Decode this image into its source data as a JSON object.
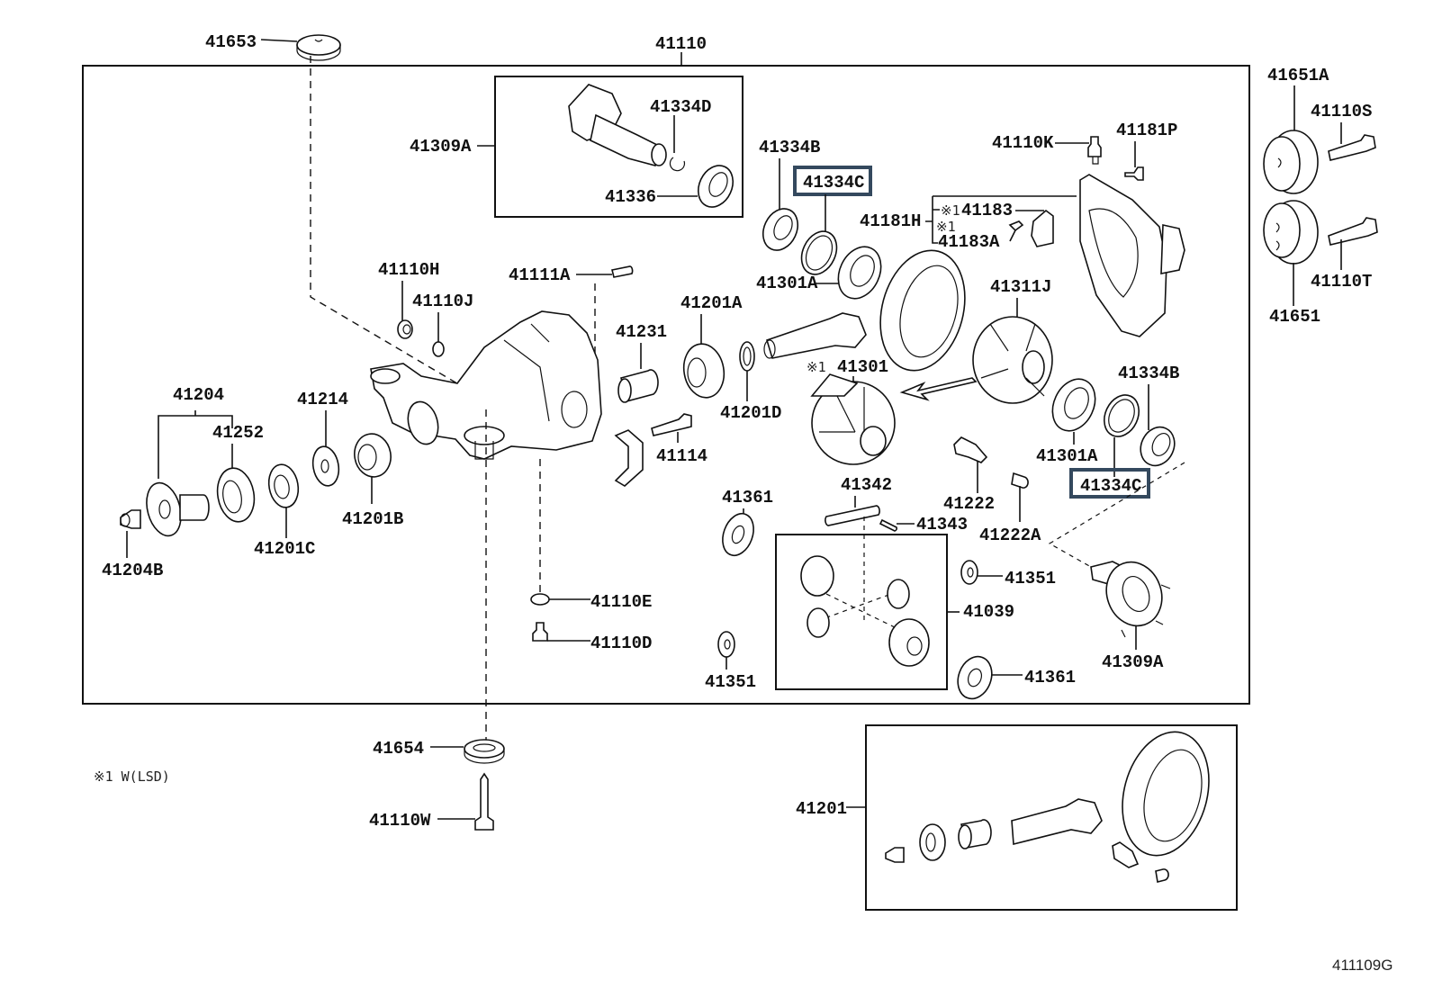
{
  "diagram": {
    "title": "Rear differential carrier assembly parts diagram",
    "highlight_color": "#34495e",
    "footnote": "※1 W(LSD)",
    "figure_code": "411109G",
    "labels": {
      "p41653": "41653",
      "p41110": "41110",
      "p41309A_top": "41309A",
      "p41334D": "41334D",
      "p41336": "41336",
      "p41334B_top": "41334B",
      "p41334C_top": "41334C",
      "p41301A_top": "41301A",
      "p41181H": "41181H",
      "p41183_mark": "※1",
      "p41183": "41183",
      "p41183A_mark": "※1",
      "p41183A": "41183A",
      "p41110K": "41110K",
      "p41181P": "41181P",
      "p41651A": "41651A",
      "p41110S": "41110S",
      "p41110T": "41110T",
      "p41651": "41651",
      "p41110H": "41110H",
      "p41110J": "41110J",
      "p41111A": "41111A",
      "p41231": "41231",
      "p41201A": "41201A",
      "p41311J": "41311J",
      "p41301_mark": "※1",
      "p41301": "41301",
      "p41204": "41204",
      "p41252": "41252",
      "p41214": "41214",
      "p41201B": "41201B",
      "p41201C": "41201C",
      "p41204B": "41204B",
      "p41201D": "41201D",
      "p41114": "41114",
      "p41301A_bot": "41301A",
      "p41334B_bot": "41334B",
      "p41334C_bot": "41334C",
      "p41222": "41222",
      "p41222A": "41222A",
      "p41361_top": "41361",
      "p41342": "41342",
      "p41343": "41343",
      "p41351_right": "41351",
      "p41039": "41039",
      "p41309A_bot": "41309A",
      "p41110E": "41110E",
      "p41110D": "41110D",
      "p41351_bot": "41351",
      "p41361_bot": "41361",
      "p41654": "41654",
      "p41110W": "41110W",
      "p41201": "41201"
    },
    "highlighted_parts": [
      "41334C"
    ]
  }
}
